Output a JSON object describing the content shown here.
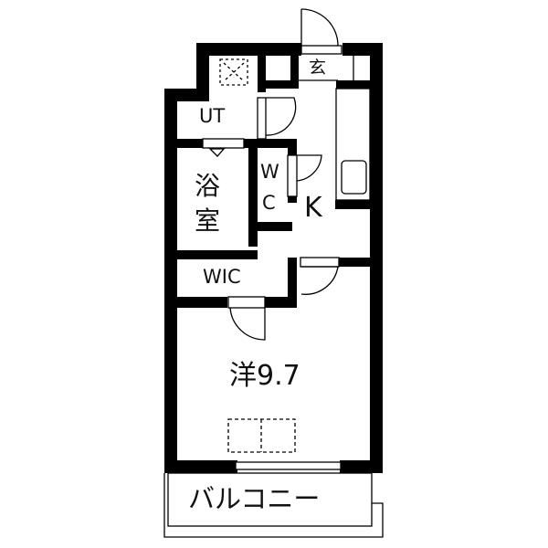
{
  "floorplan": {
    "rooms": {
      "entrance": "玄",
      "utility": "UT",
      "bath_line1": "浴",
      "bath_line2": "室",
      "wc_line1": "W",
      "wc_line2": "C",
      "kitchen": "K",
      "wic": "WIC",
      "western_room": "洋9.7",
      "balcony": "バルコニー"
    },
    "colors": {
      "wall": "#000000",
      "background": "#ffffff"
    }
  }
}
